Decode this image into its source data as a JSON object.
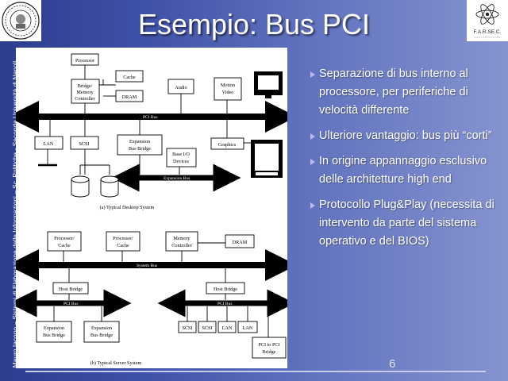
{
  "slide": {
    "title": "Esempio: Bus PCI",
    "side_text": "Mauro Iacono – Sistemi di Elaborazione delle Informazioni – Sc. Politiche - Seconda Università di Napoli",
    "logo_right_text": "F.A.R.SE.C.",
    "page_number": "6"
  },
  "bullets": [
    "Separazione di bus interno al processore, per periferiche di velocità differente",
    "Ulteriore vantaggio: bus più “corti”",
    "In origine appannaggio esclusivo delle architetture high end",
    "Protocollo Plug&Play (necessita di intervento da parte del sistema operativo e del BIOS)"
  ],
  "diagram": {
    "desktop": {
      "processor": "Processor",
      "cache": "Cache",
      "bridge": [
        "Bridge/",
        "Memory",
        "Controller"
      ],
      "dram": "DRAM",
      "audio": "Audio",
      "motion_video": [
        "Motion",
        "Video"
      ],
      "pci_bus": "PCI Bus",
      "lan": "LAN",
      "scsi": "SCSI",
      "expansion_bridge": [
        "Expansion",
        "Bus Bridge"
      ],
      "graphics": "Graphics",
      "base_io": [
        "Base I/O",
        "Devices"
      ],
      "expansion_bus": "Expansion Bus",
      "caption": "(a) Typical Desktop System"
    },
    "server": {
      "proc_cache_1": [
        "Processor/",
        "Cache"
      ],
      "proc_cache_2": [
        "Processor/",
        "Cache"
      ],
      "memory_controller": [
        "Memory",
        "Controller"
      ],
      "dram": "DRAM",
      "system_bus": "System Bus",
      "host_bridge_1": "Host Bridge",
      "host_bridge_2": "Host Bridge",
      "pci_bus_1": "PCI Bus",
      "pci_bus_2": "PCI Bus",
      "exp_bridge_1": [
        "Expansion",
        "Bus Bridge"
      ],
      "exp_bridge_2": [
        "Expansion",
        "Bus Bridge"
      ],
      "scsi_1": "SCSI",
      "scsi_2": "SCSI",
      "lan_1": "LAN",
      "lan_2": "LAN",
      "pci_to_pci": [
        "PCI to PCI",
        "Bridge"
      ],
      "caption": "(b) Typical Server System"
    }
  }
}
